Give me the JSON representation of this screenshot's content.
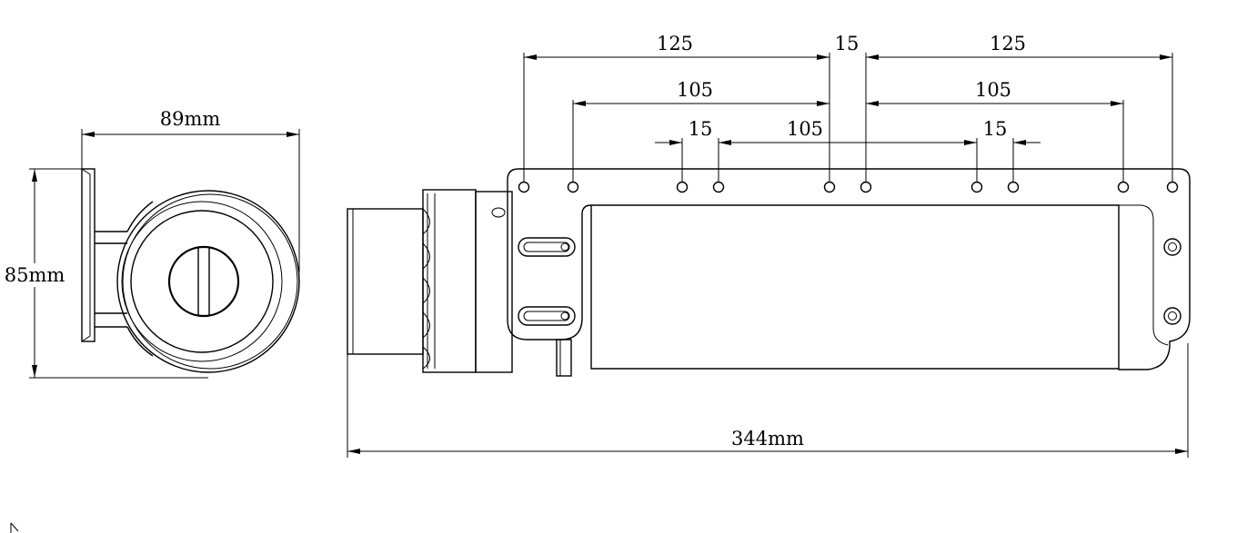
{
  "side_view": {
    "width_label": "89mm",
    "height_label": "85mm"
  },
  "front_view": {
    "top_spacing": [
      "125",
      "15",
      "125"
    ],
    "middle_spacing": [
      "105",
      "105"
    ],
    "inner_spacing": [
      "15",
      "105",
      "15"
    ],
    "total_length_label": "344mm"
  }
}
